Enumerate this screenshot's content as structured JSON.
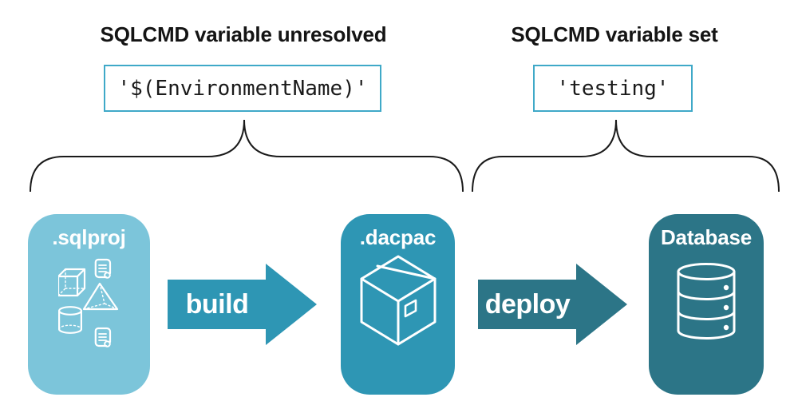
{
  "diagram": {
    "left_annotation": {
      "heading": "SQLCMD variable unresolved",
      "code": "'$(EnvironmentName)'"
    },
    "right_annotation": {
      "heading": "SQLCMD variable set",
      "code": "'testing'"
    },
    "nodes": [
      {
        "id": "sqlproj",
        "label": ".sqlproj",
        "icons": [
          "scroll-icon",
          "cube-icon",
          "pyramid-icon",
          "cylinder-icon",
          "scroll-icon"
        ]
      },
      {
        "id": "dacpac",
        "label": ".dacpac",
        "icons": [
          "package-box-icon"
        ]
      },
      {
        "id": "database",
        "label": "Database",
        "icons": [
          "database-cylinder-icon"
        ]
      }
    ],
    "arrows": [
      {
        "label": "build"
      },
      {
        "label": "deploy"
      }
    ]
  },
  "colors": {
    "node-light": "#7cc5da",
    "node-medium": "#2e96b4",
    "node-dark": "#2c7587",
    "code-border": "#3fa9c8",
    "brace": "#1a1a1a",
    "heading-text": "#141414",
    "icon-stroke": "#ffffff"
  }
}
